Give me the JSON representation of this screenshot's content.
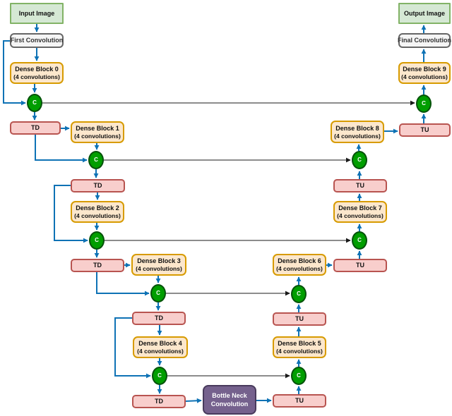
{
  "diagram": {
    "nodes": [
      {
        "id": "input",
        "type": "image",
        "label": "Input Image"
      },
      {
        "id": "first_conv",
        "type": "conv",
        "label": "First Convolution"
      },
      {
        "id": "db0",
        "type": "dense",
        "label": "Dense Block 0",
        "sublabel": "(4 convolutions)"
      },
      {
        "id": "c_l0",
        "type": "concat",
        "label": "C"
      },
      {
        "id": "td1",
        "type": "transition",
        "label": "TD"
      },
      {
        "id": "db1",
        "type": "dense",
        "label": "Dense Block 1",
        "sublabel": "(4 convolutions)"
      },
      {
        "id": "c_l1",
        "type": "concat",
        "label": "C"
      },
      {
        "id": "td2",
        "type": "transition",
        "label": "TD"
      },
      {
        "id": "db2",
        "type": "dense",
        "label": "Dense Block 2",
        "sublabel": "(4 convolutions)"
      },
      {
        "id": "c_l2",
        "type": "concat",
        "label": "C"
      },
      {
        "id": "td3",
        "type": "transition",
        "label": "TD"
      },
      {
        "id": "db3",
        "type": "dense",
        "label": "Dense Block 3",
        "sublabel": "(4 convolutions)"
      },
      {
        "id": "c_l3",
        "type": "concat",
        "label": "C"
      },
      {
        "id": "td4",
        "type": "transition",
        "label": "TD"
      },
      {
        "id": "db4",
        "type": "dense",
        "label": "Dense Block 4",
        "sublabel": "(4 convolutions)"
      },
      {
        "id": "c_l4",
        "type": "concat",
        "label": "C"
      },
      {
        "id": "td5",
        "type": "transition",
        "label": "TD"
      },
      {
        "id": "bottleneck",
        "type": "bottleneck",
        "label": "Bottle Neck",
        "sublabel": "Convolution"
      },
      {
        "id": "tu5",
        "type": "transition",
        "label": "TU"
      },
      {
        "id": "c_r4",
        "type": "concat",
        "label": "C"
      },
      {
        "id": "db5",
        "type": "dense",
        "label": "Dense Block 5",
        "sublabel": "(4 convolutions)"
      },
      {
        "id": "tu4",
        "type": "transition",
        "label": "TU"
      },
      {
        "id": "c_r3",
        "type": "concat",
        "label": "C"
      },
      {
        "id": "db6",
        "type": "dense",
        "label": "Dense Block 6",
        "sublabel": "(4 convolutions)"
      },
      {
        "id": "tu3",
        "type": "transition",
        "label": "TU"
      },
      {
        "id": "c_r2",
        "type": "concat",
        "label": "C"
      },
      {
        "id": "db7",
        "type": "dense",
        "label": "Dense Block 7",
        "sublabel": "(4 convolutions)"
      },
      {
        "id": "tu2",
        "type": "transition",
        "label": "TU"
      },
      {
        "id": "c_r1",
        "type": "concat",
        "label": "C"
      },
      {
        "id": "db8",
        "type": "dense",
        "label": "Dense Block 8",
        "sublabel": "(4 convolutions)"
      },
      {
        "id": "tu1",
        "type": "transition",
        "label": "TU"
      },
      {
        "id": "c_r0",
        "type": "concat",
        "label": "C"
      },
      {
        "id": "db9",
        "type": "dense",
        "label": "Dense Block 9",
        "sublabel": "(4 convolutions)"
      },
      {
        "id": "final_conv",
        "type": "conv",
        "label": "Final Convolution"
      },
      {
        "id": "output",
        "type": "image",
        "label": "Output Image"
      }
    ],
    "edges": [
      {
        "from": "input",
        "to": "first_conv",
        "style": "flow"
      },
      {
        "from": "first_conv",
        "to": "db0",
        "style": "flow"
      },
      {
        "from": "db0",
        "to": "c_l0",
        "style": "flow"
      },
      {
        "from": "first_conv",
        "to": "c_l0",
        "style": "flow"
      },
      {
        "from": "c_l0",
        "to": "td1",
        "style": "flow"
      },
      {
        "from": "td1",
        "to": "db1",
        "style": "flow"
      },
      {
        "from": "db1",
        "to": "c_l1",
        "style": "flow"
      },
      {
        "from": "td1",
        "to": "c_l1",
        "style": "flow"
      },
      {
        "from": "c_l1",
        "to": "td2",
        "style": "flow"
      },
      {
        "from": "td2",
        "to": "db2",
        "style": "flow"
      },
      {
        "from": "db2",
        "to": "c_l2",
        "style": "flow"
      },
      {
        "from": "td2",
        "to": "c_l2",
        "style": "flow"
      },
      {
        "from": "c_l2",
        "to": "td3",
        "style": "flow"
      },
      {
        "from": "td3",
        "to": "db3",
        "style": "flow"
      },
      {
        "from": "db3",
        "to": "c_l3",
        "style": "flow"
      },
      {
        "from": "td3",
        "to": "c_l3",
        "style": "flow"
      },
      {
        "from": "c_l3",
        "to": "td4",
        "style": "flow"
      },
      {
        "from": "td4",
        "to": "db4",
        "style": "flow"
      },
      {
        "from": "db4",
        "to": "c_l4",
        "style": "flow"
      },
      {
        "from": "td4",
        "to": "c_l4",
        "style": "flow"
      },
      {
        "from": "c_l4",
        "to": "td5",
        "style": "flow"
      },
      {
        "from": "td5",
        "to": "bottleneck",
        "style": "flow"
      },
      {
        "from": "bottleneck",
        "to": "tu5",
        "style": "flow"
      },
      {
        "from": "tu5",
        "to": "c_r4",
        "style": "flow"
      },
      {
        "from": "c_r4",
        "to": "db5",
        "style": "flow"
      },
      {
        "from": "db5",
        "to": "tu4",
        "style": "flow"
      },
      {
        "from": "tu4",
        "to": "c_r3",
        "style": "flow"
      },
      {
        "from": "c_r3",
        "to": "db6",
        "style": "flow"
      },
      {
        "from": "db6",
        "to": "tu3",
        "style": "flow"
      },
      {
        "from": "tu3",
        "to": "c_r2",
        "style": "flow"
      },
      {
        "from": "c_r2",
        "to": "db7",
        "style": "flow"
      },
      {
        "from": "db7",
        "to": "tu2",
        "style": "flow"
      },
      {
        "from": "tu2",
        "to": "c_r1",
        "style": "flow"
      },
      {
        "from": "c_r1",
        "to": "db8",
        "style": "flow"
      },
      {
        "from": "db8",
        "to": "tu1",
        "style": "flow"
      },
      {
        "from": "tu1",
        "to": "c_r0",
        "style": "flow"
      },
      {
        "from": "c_r0",
        "to": "db9",
        "style": "flow"
      },
      {
        "from": "db9",
        "to": "final_conv",
        "style": "flow"
      },
      {
        "from": "final_conv",
        "to": "output",
        "style": "flow"
      },
      {
        "from": "c_l0",
        "to": "c_r0",
        "style": "concat"
      },
      {
        "from": "c_l1",
        "to": "c_r1",
        "style": "concat"
      },
      {
        "from": "c_l2",
        "to": "c_r2",
        "style": "concat"
      },
      {
        "from": "c_l3",
        "to": "c_r3",
        "style": "concat"
      },
      {
        "from": "c_l4",
        "to": "c_r4",
        "style": "concat"
      }
    ],
    "colors": {
      "arrow_blue": "#0e72b5",
      "concat_line_gray": "#8c8c8c",
      "concat_arrow_dark": "#1a1a1a",
      "image_fill": "#d5e8d4",
      "image_border": "#82b366",
      "conv_fill": "#f5f5f5",
      "conv_border": "#666666",
      "dense_fill": "#fce7cc",
      "dense_border": "#d79b00",
      "transition_fill": "#f8cecc",
      "transition_border": "#b85450",
      "bottleneck_fill": "#75618d",
      "bottleneck_border": "#483a5c",
      "concat_fill": "#009e00",
      "concat_border": "#04520a"
    }
  }
}
